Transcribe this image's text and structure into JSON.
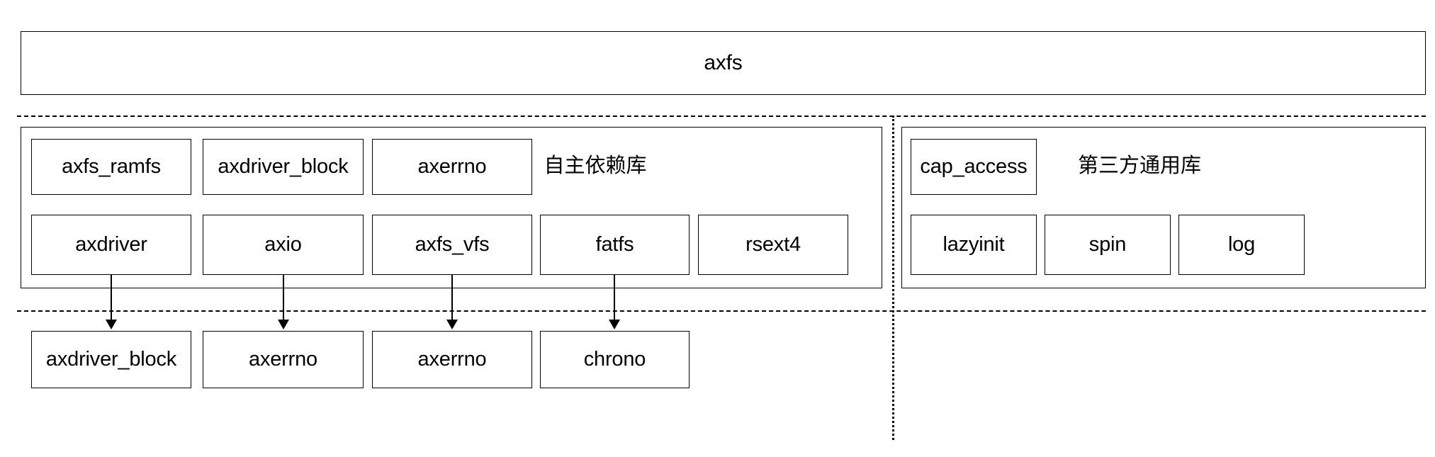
{
  "diagram": {
    "title_box": {
      "label": "axfs"
    },
    "left_group": {
      "caption": "自主依赖库",
      "row1": [
        {
          "label": "axfs_ramfs"
        },
        {
          "label": "axdriver_block"
        },
        {
          "label": "axerrno"
        }
      ],
      "row2": [
        {
          "label": "axdriver"
        },
        {
          "label": "axio"
        },
        {
          "label": "axfs_vfs"
        },
        {
          "label": "fatfs"
        },
        {
          "label": "rsext4"
        }
      ]
    },
    "right_group": {
      "caption": "第三方通用库",
      "row1": [
        {
          "label": "cap_access"
        }
      ],
      "row2": [
        {
          "label": "lazyinit"
        },
        {
          "label": "spin"
        },
        {
          "label": "log"
        }
      ]
    },
    "bottom_row": [
      {
        "label": "axdriver_block"
      },
      {
        "label": "axerrno"
      },
      {
        "label": "axerrno"
      },
      {
        "label": "chrono"
      }
    ],
    "arrows": [
      {
        "from": "axdriver",
        "to": "axdriver_block"
      },
      {
        "from": "axio",
        "to": "axerrno"
      },
      {
        "from": "axfs_vfs",
        "to": "axerrno"
      },
      {
        "from": "fatfs",
        "to": "chrono"
      }
    ],
    "colors": {
      "stroke": "#000000",
      "background": "#ffffff",
      "text": "#000000"
    }
  }
}
